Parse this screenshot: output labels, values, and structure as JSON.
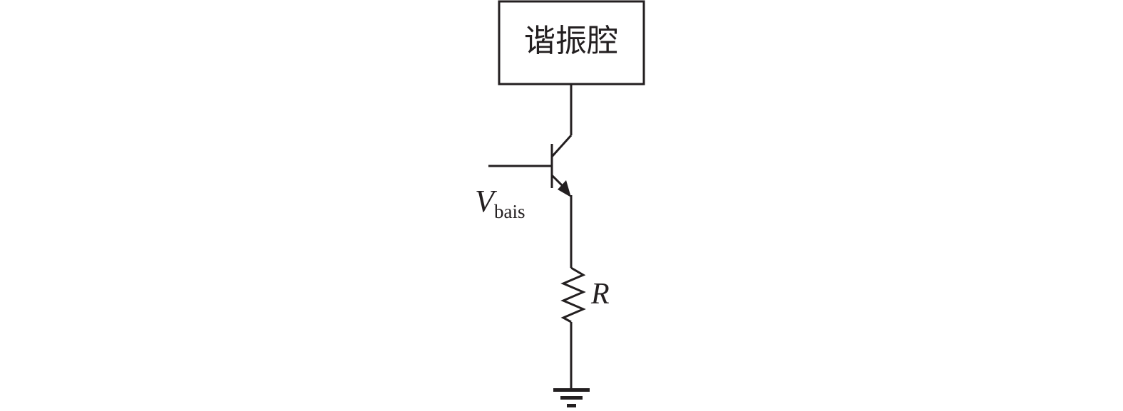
{
  "diagram": {
    "type": "circuit-schematic",
    "resonator": {
      "label": "谐振腔"
    },
    "transistor": {
      "type": "NPN BJT",
      "arrow": "emitter-outward"
    },
    "bias": {
      "symbol": "V",
      "subscript": "bais"
    },
    "resistor": {
      "label": "R"
    },
    "ground": {
      "symbol": "ground"
    },
    "colors": {
      "line": "#231f20",
      "background": "#ffffff"
    }
  }
}
